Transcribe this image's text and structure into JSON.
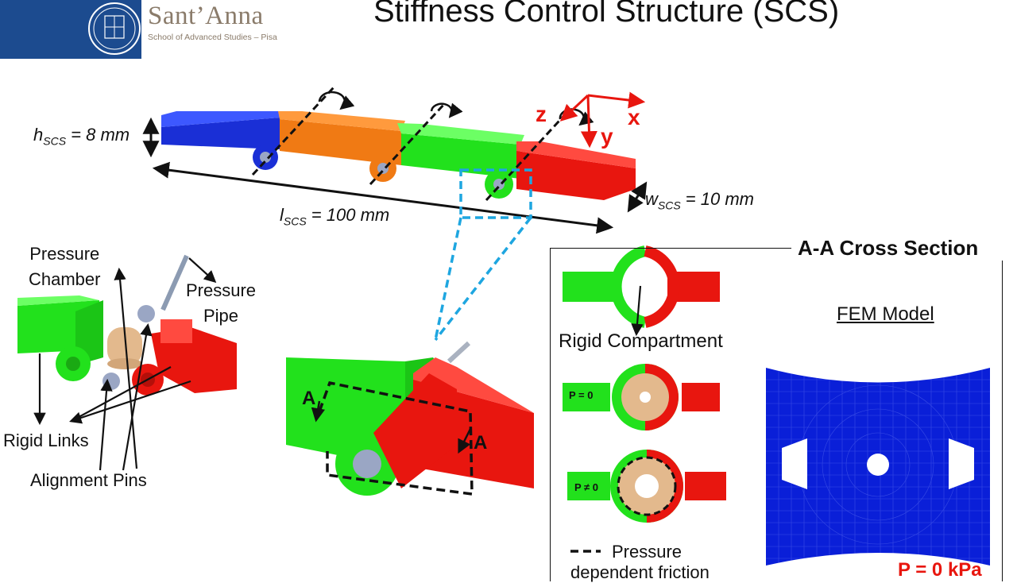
{
  "header": {
    "logo_name": "Sant’Anna",
    "logo_subtitle": "School of Advanced Studies – Pisa",
    "title": "Stiffness Control Structure (SCS)"
  },
  "dimensions": {
    "h_symbol": "h",
    "h_sub": "SCS",
    "h_value": " = 8 mm",
    "l_symbol": "l",
    "l_sub": "SCS",
    "l_value": " = 100 mm",
    "w_symbol": "w",
    "w_sub": "SCS",
    "w_value": "  = 10 mm"
  },
  "axes": {
    "x": "x",
    "y": "y",
    "z": "z"
  },
  "exploded_view": {
    "pressure_chamber": "Pressure\nChamber",
    "pressure_pipe": "Pressure\nPipe",
    "rigid_links": "Rigid Links",
    "alignment_pins": "Alignment Pins"
  },
  "section_markers": {
    "a_left": "A",
    "a_right": "A"
  },
  "cross_section": {
    "title": "A-A Cross Section",
    "rigid_compartment": "Rigid Compartment",
    "p_zero": "P = 0",
    "p_nonzero": "P ≠ 0",
    "legend_line1": "Pressure",
    "legend_line2": "dependent friction",
    "fem_title": "FEM Model",
    "fem_pressure": "P = 0 kPa"
  },
  "colors": {
    "blue": "#1a2fd6",
    "orange": "#f07a14",
    "green": "#22e11c",
    "red": "#e8160f",
    "tan": "#e3b98d",
    "cyan_dashed": "#1ea6e0",
    "fem_blue": "#0a1fd8"
  }
}
